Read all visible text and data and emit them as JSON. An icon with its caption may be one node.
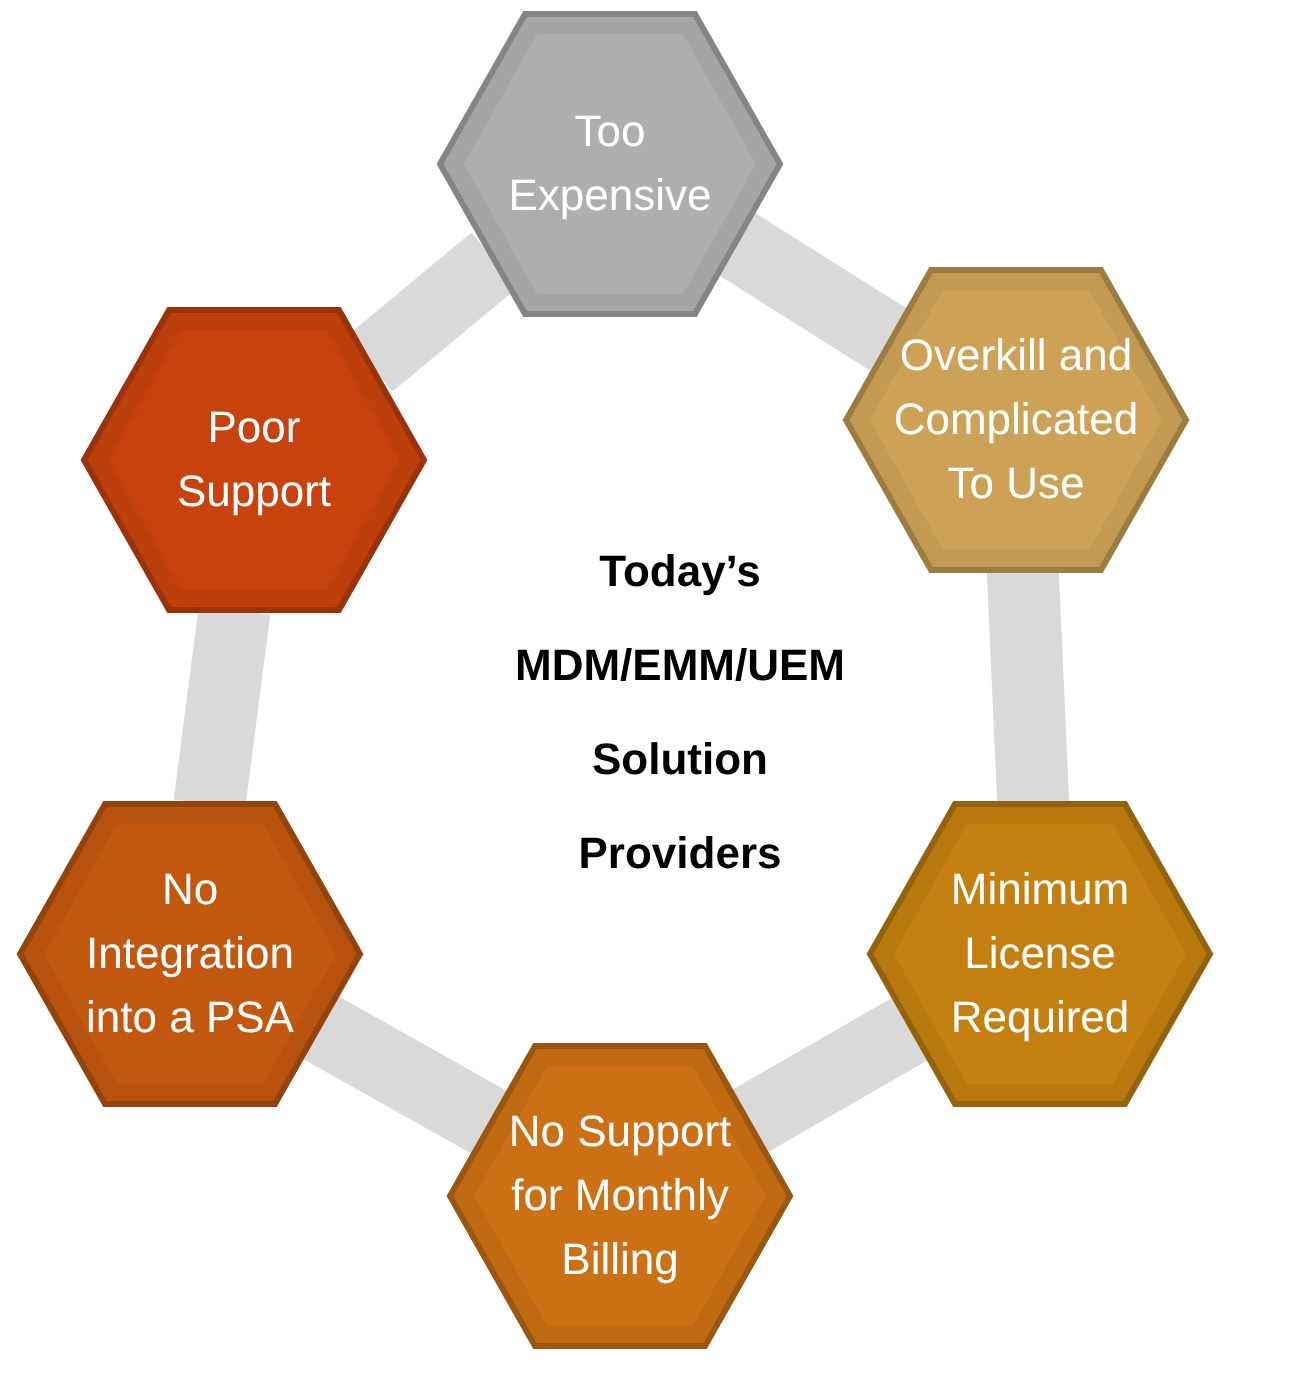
{
  "diagram": {
    "nodes": [
      {
        "text": [
          "Too Expensive"
        ]
      },
      {
        "text": [
          "Overkill and Complicated To Use"
        ]
      },
      {
        "text": [
          "Minimum License Required"
        ]
      },
      {
        "text": [
          "No Support for Monthly Billing"
        ]
      },
      {
        "text": [
          "No Integration into a PSA"
        ]
      },
      {
        "text": [
          "Poor Support"
        ]
      }
    ],
    "edges": [
      {
        "from": 0,
        "to": 1,
        "arrow": "none"
      },
      {
        "from": 1,
        "to": 2,
        "arrow": "none"
      },
      {
        "from": 2,
        "to": 3,
        "arrow": "none"
      },
      {
        "from": 3,
        "to": 4,
        "arrow": "none"
      },
      {
        "from": 4,
        "to": 5,
        "arrow": "none"
      },
      {
        "from": 5,
        "to": 0,
        "arrow": "none"
      }
    ],
    "labels": [
      "Today’s MDM/EMM/UEM Solution Providers"
    ]
  }
}
